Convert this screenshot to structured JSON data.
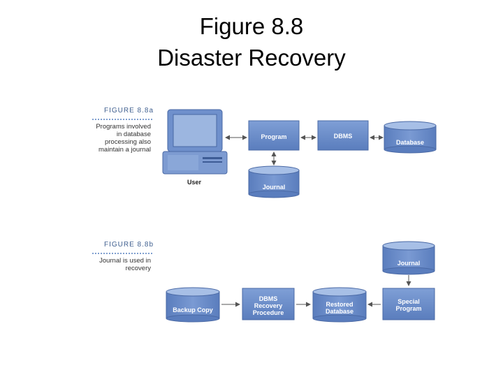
{
  "title_line1": "Figure 8.8",
  "title_line2": "Disaster Recovery",
  "fig_a": {
    "label": "FIGURE 8.8a",
    "caption": [
      "Programs involved",
      "in database",
      "processing also",
      "maintain a journal"
    ],
    "user": "User",
    "program": "Program",
    "dbms": "DBMS",
    "database": "Database",
    "journal": "Journal"
  },
  "fig_b": {
    "label": "FIGURE 8.8b",
    "caption": [
      "Journal is used in",
      "recovery"
    ],
    "journal": "Journal",
    "backup": "Backup Copy",
    "dbms_recovery": [
      "DBMS",
      "Recovery",
      "Procedure"
    ],
    "restored": [
      "Restored",
      "Database"
    ],
    "special": [
      "Special",
      "Program"
    ]
  },
  "colors": {
    "box_fill": "#6a8cc8",
    "box_dark": "#5577b5",
    "cyl_top": "#9fb8e2",
    "arrow": "#555555",
    "label_blue": "#3f5f8f"
  }
}
